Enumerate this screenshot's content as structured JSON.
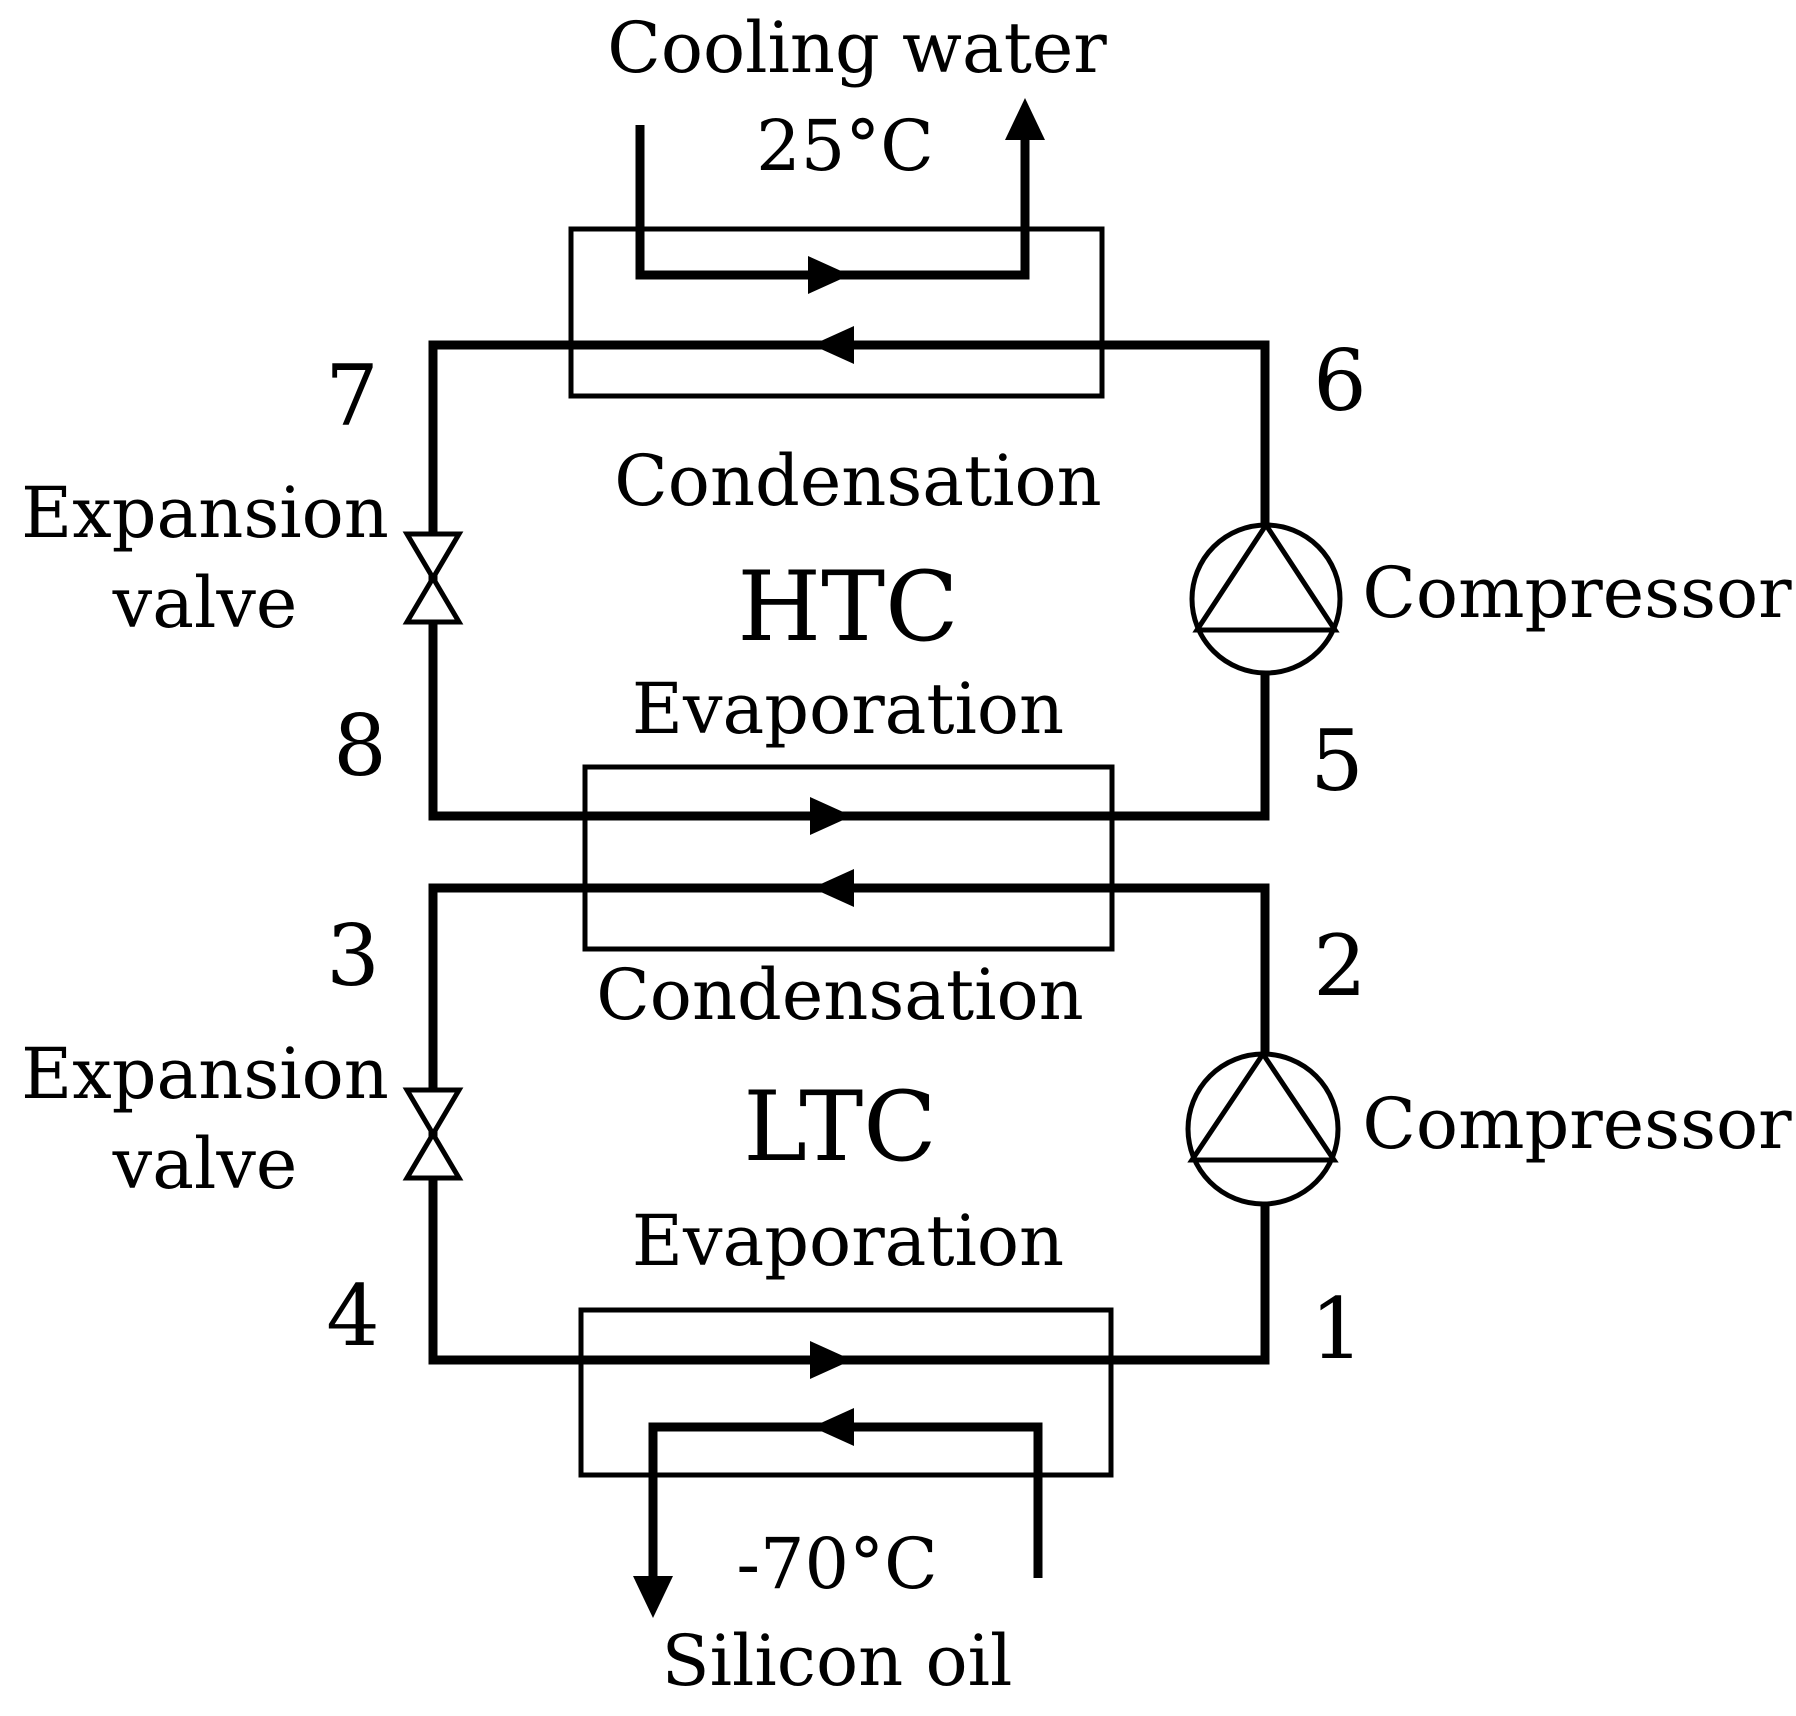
{
  "colors": {
    "line": "#000000",
    "background": "#ffffff"
  },
  "top_flow": {
    "label": "Cooling water",
    "temperature": "25°C"
  },
  "bottom_flow": {
    "label": "Silicon oil",
    "temperature": "-70°C"
  },
  "htc": {
    "name": "HTC",
    "condenser_label": "Condensation",
    "evaporator_label": "Evaporation",
    "compressor_label": "Compressor",
    "valve_label_line1": "Expansion",
    "valve_label_line2": "valve"
  },
  "ltc": {
    "name": "LTC",
    "condenser_label": "Condensation",
    "evaporator_label": "Evaporation",
    "compressor_label": "Compressor",
    "valve_label_line1": "Expansion",
    "valve_label_line2": "valve"
  },
  "state_points": {
    "p1": "1",
    "p2": "2",
    "p3": "3",
    "p4": "4",
    "p5": "5",
    "p6": "6",
    "p7": "7",
    "p8": "8"
  }
}
